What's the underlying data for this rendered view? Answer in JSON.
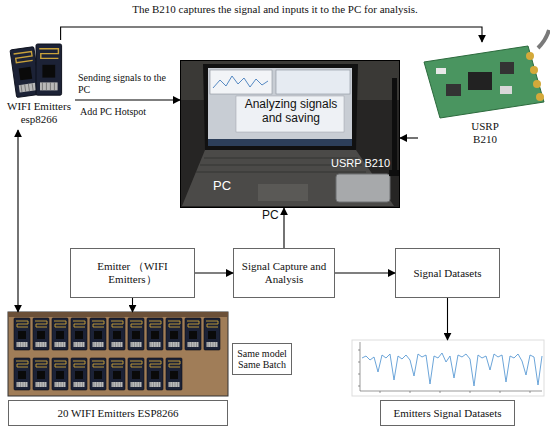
{
  "diagram": {
    "nodes": [
      {
        "text": [
          "WIFI Emitters esp8266"
        ]
      },
      {
        "text": [
          "Analyzing signals and saving",
          "PC",
          "USRP B210"
        ]
      },
      {
        "text": [
          "USRP B210"
        ]
      },
      {
        "text": [
          "Emitter （WIFI Emitters）"
        ]
      },
      {
        "text": [
          "Signal Capture and Analysis"
        ]
      },
      {
        "text": [
          "Signal Datasets"
        ]
      },
      {
        "text": [
          "20 WIFI Emitters ESP8266"
        ]
      },
      {
        "text": [
          "Same model Same Batch"
        ]
      },
      {
        "text": [
          "Emitters Signal Datasets"
        ]
      }
    ],
    "edges": [
      {
        "from": 0,
        "to": 1,
        "arrow": "to",
        "label": "Sending signals to the PC"
      },
      {
        "from": 0,
        "to": 2,
        "arrow": "to",
        "label": "The B210 captures the signal and inputs it to the PC for analysis."
      },
      {
        "from": 2,
        "to": 1,
        "arrow": "to"
      },
      {
        "from": 4,
        "to": 1,
        "arrow": "to"
      },
      {
        "from": 3,
        "to": 4,
        "arrow": "to"
      },
      {
        "from": 4,
        "to": 5,
        "arrow": "to"
      },
      {
        "from": 3,
        "to": 6,
        "arrow": "to"
      },
      {
        "from": 5,
        "to": 8,
        "arrow": "to"
      },
      {
        "from": 0,
        "to": 6,
        "arrow": "both"
      }
    ],
    "labels": [
      "Add PC Hotspot",
      "PC"
    ]
  }
}
